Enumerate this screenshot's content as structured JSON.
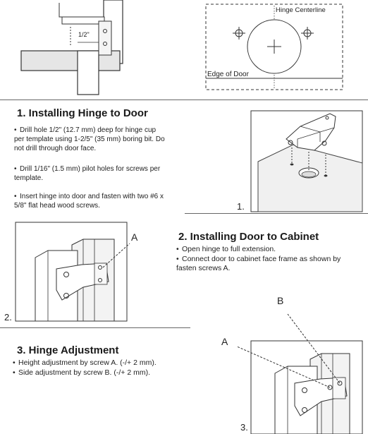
{
  "top": {
    "side_view_measure": "1/2\"",
    "hinge_centerline_label": "Hinge Centerline",
    "edge_of_door_label": "Edge of Door"
  },
  "section1": {
    "title": "1. Installing Hinge to Door",
    "bullets": [
      "Drill hole 1/2\" (12.7 mm) deep for hinge cup per template using 1-2/5\" (35 mm) boring bit. Do not drill through door face.",
      "Drill 1/16\" (1.5 mm) pilot holes for screws per template.",
      "Insert hinge into door and fasten with two #6 x 5/8\" flat head wood screws."
    ],
    "figure_number": "1."
  },
  "section2": {
    "title": "2. Installing Door to Cabinet",
    "bullets": [
      "Open hinge to full extension.",
      "Connect door to cabinet face frame as shown by fasten screws A."
    ],
    "figure_number": "2.",
    "callout_a": "A"
  },
  "section3": {
    "title": "3. Hinge Adjustment",
    "bullets": [
      "Height adjustment by screw A. (-/+ 2 mm).",
      "Side adjustment by screw B. (-/+ 2 mm)."
    ],
    "figure_number": "3.",
    "callout_a": "A",
    "callout_b": "B"
  }
}
